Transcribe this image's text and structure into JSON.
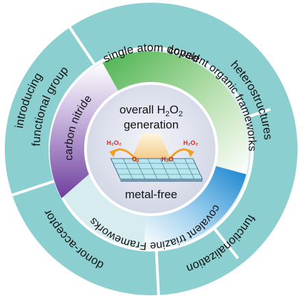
{
  "outer_ring": {
    "top": "single atom  doped",
    "right": "heterostructures",
    "bottom_right": "functionalization",
    "bottom_left": "donor-acceptor",
    "left_line1": "introducing",
    "left_line2": "functional group"
  },
  "middle_ring": {
    "top": "covalent  organic frameworks",
    "left": "carbon nitride",
    "bottom_right": "covalent triazine Frameworks"
  },
  "center": {
    "title_prefix": "overall H",
    "title_sub1": "2",
    "title_mid": "O",
    "title_sub2": "2",
    "title_line2": "generation",
    "footer": "metal-free",
    "label_h2o2_left": "H₂O₂",
    "label_o2": "O₂",
    "label_h2o": "H₂O",
    "label_h2o2_right": "H₂O₂"
  },
  "colors": {
    "outer_ring": "#8ccfd1",
    "outer_ring_border": "#ffffff",
    "center_disk": "#dfe2ee",
    "green": "#5bbf5c",
    "purple": "#7b4fa6",
    "blue": "#1f8fd4",
    "arrow": "#f0a020"
  }
}
